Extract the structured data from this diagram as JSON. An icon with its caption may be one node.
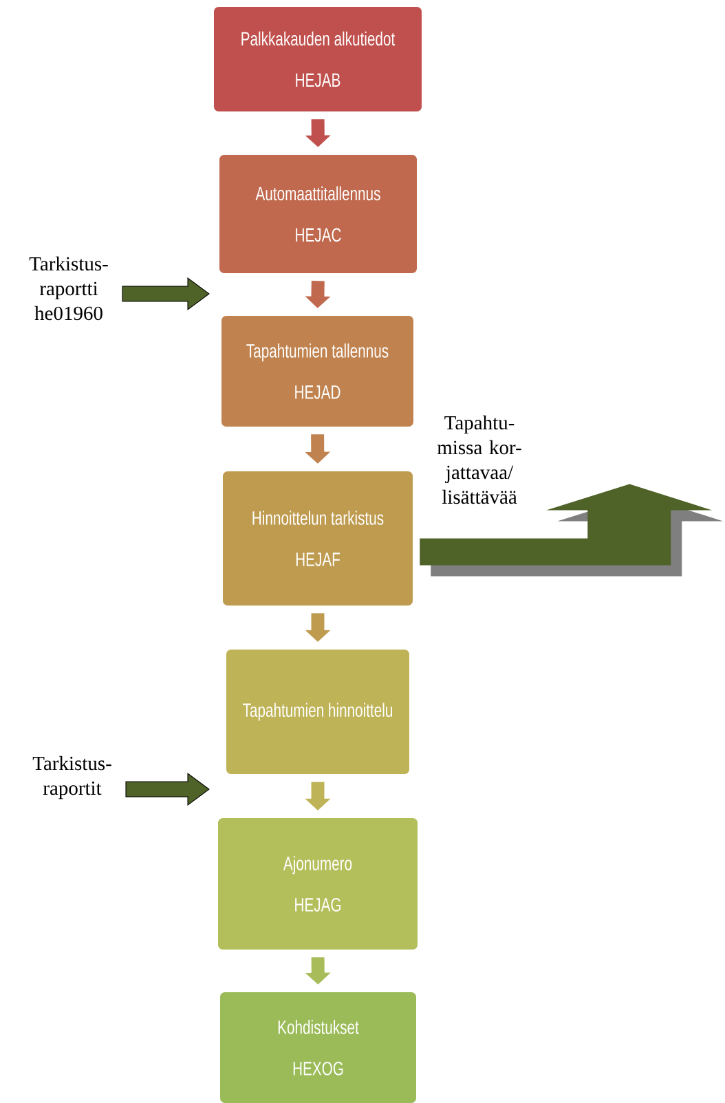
{
  "diagram": {
    "nodes": [
      {
        "text": [
          "Palkkakauden alkutiedot",
          "HEJAB"
        ]
      },
      {
        "text": [
          "Automaattitallennus",
          "HEJAC"
        ]
      },
      {
        "text": [
          "Tapahtumien tallennus",
          "HEJAD"
        ]
      },
      {
        "text": [
          "Hinnoittelun tarkistus",
          "HEJAF"
        ]
      },
      {
        "text": [
          "Tapahtumien hinnoittelu"
        ]
      },
      {
        "text": [
          "Ajonumero",
          "HEJAG"
        ]
      },
      {
        "text": [
          "Kohdistukset",
          "HEXOG"
        ]
      },
      {
        "text": [
          "Tarkistus- raportti he01960"
        ]
      },
      {
        "text": [
          "Tarkistus- raportit"
        ]
      }
    ],
    "edges": [
      {
        "from": 0,
        "to": 1,
        "arrow": "to",
        "color": "#c0504d"
      },
      {
        "from": 1,
        "to": 2,
        "arrow": "to",
        "color": "#c0694e"
      },
      {
        "from": 2,
        "to": 3,
        "arrow": "to",
        "color": "#c0834f"
      },
      {
        "from": 3,
        "to": 4,
        "arrow": "to",
        "color": "#bf9b50"
      },
      {
        "from": 4,
        "to": 5,
        "arrow": "to",
        "color": "#bfb357"
      },
      {
        "from": 5,
        "to": 6,
        "arrow": "to",
        "color": "#a8bd5a"
      },
      {
        "from": 7,
        "to": null,
        "arrow": "to",
        "color": "#4f6228"
      },
      {
        "from": 8,
        "to": null,
        "arrow": "to",
        "color": "#4f6228"
      },
      {
        "from": 3,
        "to": null,
        "arrow": "to",
        "color": "#4f6228",
        "label": "Tapahtu- missa kor- jattavaa/ lisättävää"
      }
    ]
  }
}
